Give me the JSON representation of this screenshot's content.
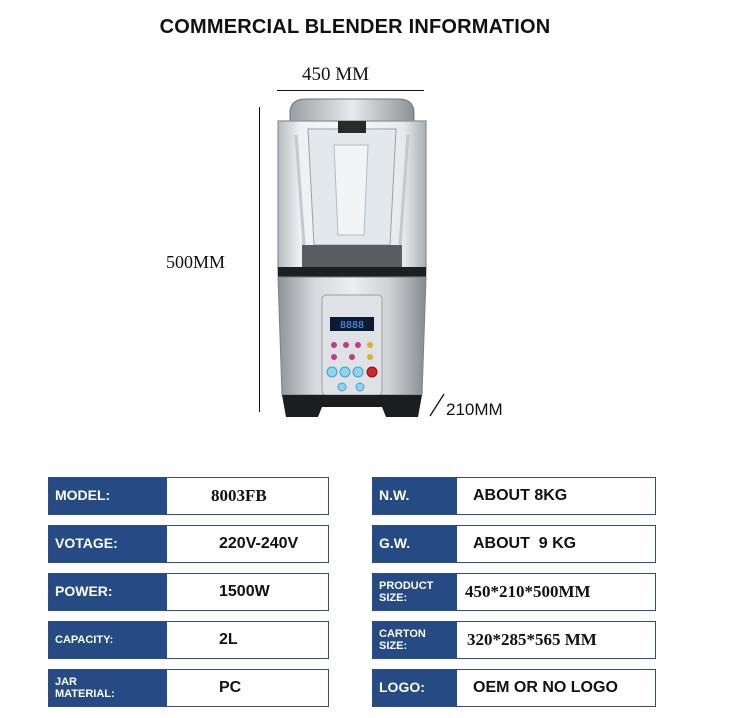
{
  "title": "COMMERCIAL BLENDER INFORMATION",
  "dimensions": {
    "width": "450 MM",
    "height": "500MM",
    "depth": "210MM"
  },
  "display_readout": "8888",
  "specs_left": [
    {
      "label": "MODEL:",
      "value": "8003FB"
    },
    {
      "label": "VOTAGE:",
      "value": "220V-240V"
    },
    {
      "label": "POWER:",
      "value": "1500W"
    },
    {
      "label": "CAPACITY:",
      "value": "2L"
    },
    {
      "label": "JAR\nMATERIAL:",
      "value": "PC"
    }
  ],
  "specs_right": [
    {
      "label": "N.W.",
      "value": "ABOUT 8KG"
    },
    {
      "label": "G.W.",
      "value": "ABOUT  9 KG"
    },
    {
      "label": "PRODUCT\nSIZE:",
      "value": "450*210*500MM"
    },
    {
      "label": "CARTON\nSIZE:",
      "value": "320*285*565 MM"
    },
    {
      "label": "LOGO:",
      "value": "OEM OR NO LOGO"
    }
  ],
  "colors": {
    "label_bg": "#264a83",
    "border": "#2b4f86"
  }
}
